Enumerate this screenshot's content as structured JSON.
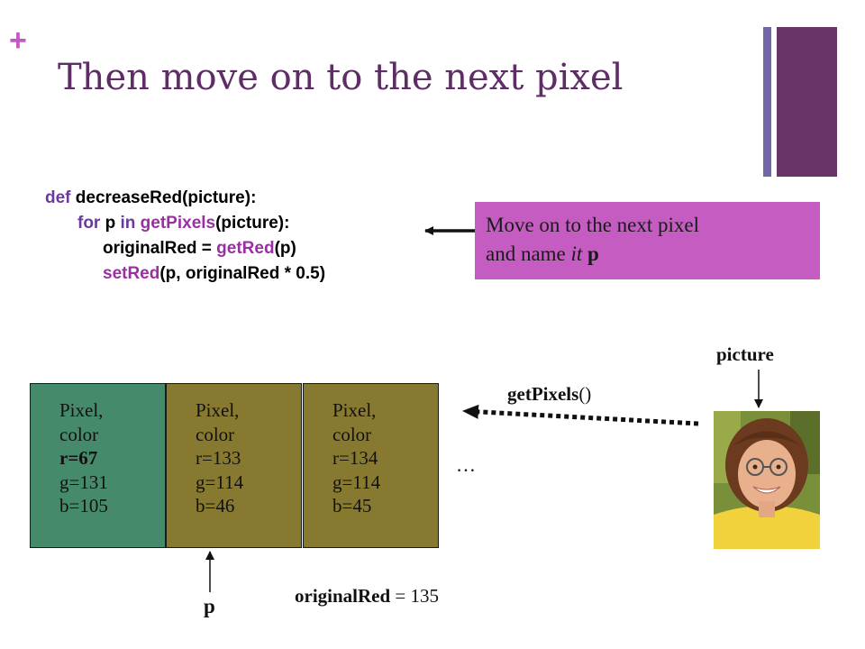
{
  "slide": {
    "bullet": "+",
    "title": "Then move on to the next pixel",
    "accent_color": "#693466",
    "secondary_accent": "#6f67a8"
  },
  "code": {
    "line1": {
      "kw": "def",
      "rest": " decreaseRed(picture):"
    },
    "line2": {
      "kw_for": "for",
      "mid1": " p ",
      "kw_in": "in",
      "sp": " ",
      "fn": "getPixels",
      "rest": "(picture):"
    },
    "line3": {
      "pre": "originalRed = ",
      "fn": "getRed",
      "rest": "(p)"
    },
    "line4": {
      "fn": "setRed",
      "rest": "(p, originalRed * 0.5)"
    }
  },
  "callout": {
    "line1": "Move on to the next pixel",
    "line2_pre": "and name ",
    "line2_it": "it",
    "line2_sp": " ",
    "line2_p": "p",
    "color": "#c55cc2"
  },
  "pixels": [
    {
      "l1": "Pixel,",
      "l2": "color",
      "r": "r=67",
      "g": "g=131",
      "b": "b=105",
      "color": "#468a6c"
    },
    {
      "l1": "Pixel,",
      "l2": "color",
      "r": "r=133",
      "g": "g=114",
      "b": "b=46",
      "color": "#877a30"
    },
    {
      "l1": "Pixel,",
      "l2": "color",
      "r": "r=134",
      "g": "g=114",
      "b": "b=45",
      "color": "#877a30"
    }
  ],
  "ellipsis": "…",
  "labels": {
    "picture": "picture",
    "getpixels_bold": "getPixels",
    "getpixels_rest": "()",
    "p": "p",
    "origred_bold": "originalRed",
    "origred_rest": " = 135"
  },
  "photo": {
    "icon": "girl-portrait-photo"
  }
}
